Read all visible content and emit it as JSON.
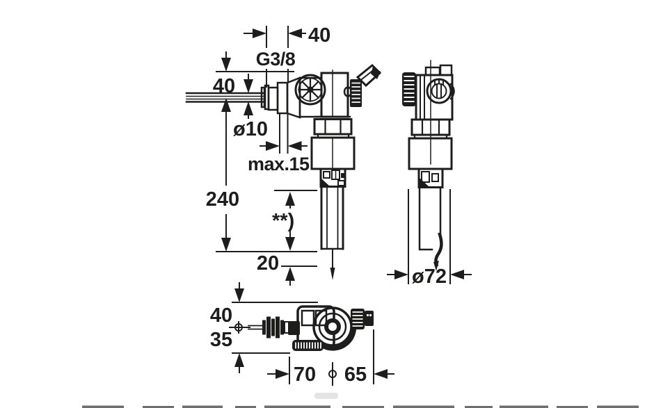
{
  "drawing": {
    "type": "technical-dimension-drawing",
    "subject": "cistern filling valve, three orthographic views with dimensions (mm)",
    "line_color": "#1d1d1b",
    "background_color": "#ffffff",
    "labels": {
      "top_width": "40",
      "inlet_thread": "G3/8",
      "inlet_height": "40",
      "inlet_diameter": "ø10",
      "max_wall_thickness": "max.15",
      "total_height": "240",
      "footnote": "**)",
      "bottom_clearance": "20",
      "body_diameter": "ø72",
      "plan_upper_offset": "40",
      "plan_lower_offset": "35",
      "plan_width_left": "70",
      "plan_width_right": "65"
    }
  }
}
